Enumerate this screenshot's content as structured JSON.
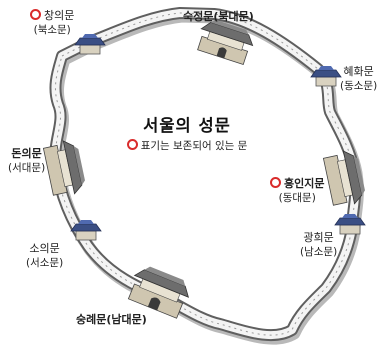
{
  "title": "서울의 성문",
  "legend": "표기는 보존되어 있는 문",
  "gates": [
    {
      "id": "sukjeong",
      "name": "숙정문(북대문)",
      "sub": "",
      "preserved": false,
      "major": true
    },
    {
      "id": "changui",
      "name": "창의문",
      "sub": "(북소문)",
      "preserved": true,
      "major": false
    },
    {
      "id": "hyehwa",
      "name": "혜화문",
      "sub": "(동소문)",
      "preserved": false,
      "major": false
    },
    {
      "id": "donui",
      "name": "돈의문",
      "sub": "(서대문)",
      "preserved": false,
      "major": true
    },
    {
      "id": "heunginji",
      "name": "흥인지문",
      "sub": "(동대문)",
      "preserved": true,
      "major": true
    },
    {
      "id": "soui",
      "name": "소의문",
      "sub": "(서소문)",
      "preserved": false,
      "major": false
    },
    {
      "id": "gwanghui",
      "name": "광희문",
      "sub": "(남소문)",
      "preserved": false,
      "major": false
    },
    {
      "id": "sungnye",
      "name": "숭례문(남대문)",
      "sub": "",
      "preserved": false,
      "major": true
    }
  ]
}
